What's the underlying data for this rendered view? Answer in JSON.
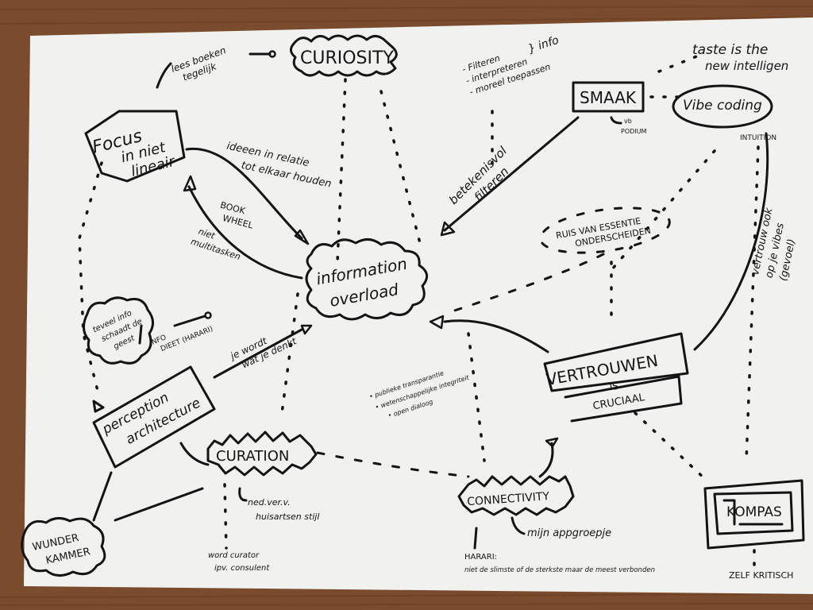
{
  "colors": {
    "wood": "#7a4b2c",
    "paper": "#f1f1ef",
    "ink": "#141414"
  },
  "nodes": {
    "curiosity": "CURIOSITY",
    "lees_boeken": [
      "lees boeken",
      "tegelijk"
    ],
    "focus": [
      "Focus",
      "in niet",
      "lineair"
    ],
    "ideeen": [
      "ideeen in relatie",
      "tot elkaar houden"
    ],
    "book_wheel": [
      "BOOK",
      "WHEEL"
    ],
    "niet_multitasken": [
      "niet",
      "multitasken"
    ],
    "information_overload": [
      "information",
      "overload"
    ],
    "info_list": [
      "- Filteren",
      "- interpreteren",
      "- moreel toepassen"
    ],
    "info_brace_label": "} info",
    "smaak": "SMAAK",
    "vb_podium": [
      "vb",
      "PODIUM"
    ],
    "taste": [
      "taste is the",
      "new intelligen"
    ],
    "vibe_coding": "Vibe coding",
    "intuition": "INTUITION",
    "betekenisvol": [
      "betekenisvol",
      "filteren"
    ],
    "ruis": [
      "RUIS VAN ESSENTIE",
      "ONDERSCHEIDEN"
    ],
    "vertrouw_vibes": [
      "vertrouw ook",
      "op je vibes",
      "(gevoel)"
    ],
    "teveel_info": [
      "teveel info",
      "schaadt de",
      "geest"
    ],
    "info_dieet": [
      "INFO",
      "DIEET (HARARI)"
    ],
    "je_wordt": [
      "je wordt",
      "wat je denkt"
    ],
    "perception": [
      "perception",
      "architecture"
    ],
    "curation": "CURATION",
    "ned_ver": [
      "ned.ver.v.",
      "huisartsen stijl"
    ],
    "word_curator": [
      "word curator",
      "ipv. consulent"
    ],
    "wunderkammer": [
      "WUNDER",
      "KAMMER"
    ],
    "trust_list": [
      "• publieke transparantie",
      "• wetenschappelijke integriteit",
      "• open dialoog"
    ],
    "vertrouwen": "VERTROUWEN",
    "is": "IS",
    "cruciaal": "CRUCIAAL",
    "connectivity": "CONNECTIVITY",
    "mijn_app": "mijn appgroepje",
    "harari": [
      "HARARI:",
      "niet de slimste of de sterkste maar de meest verbonden"
    ],
    "kompas": "KOMPAS",
    "zelf_kritisch": "ZELF KRITISCH"
  }
}
